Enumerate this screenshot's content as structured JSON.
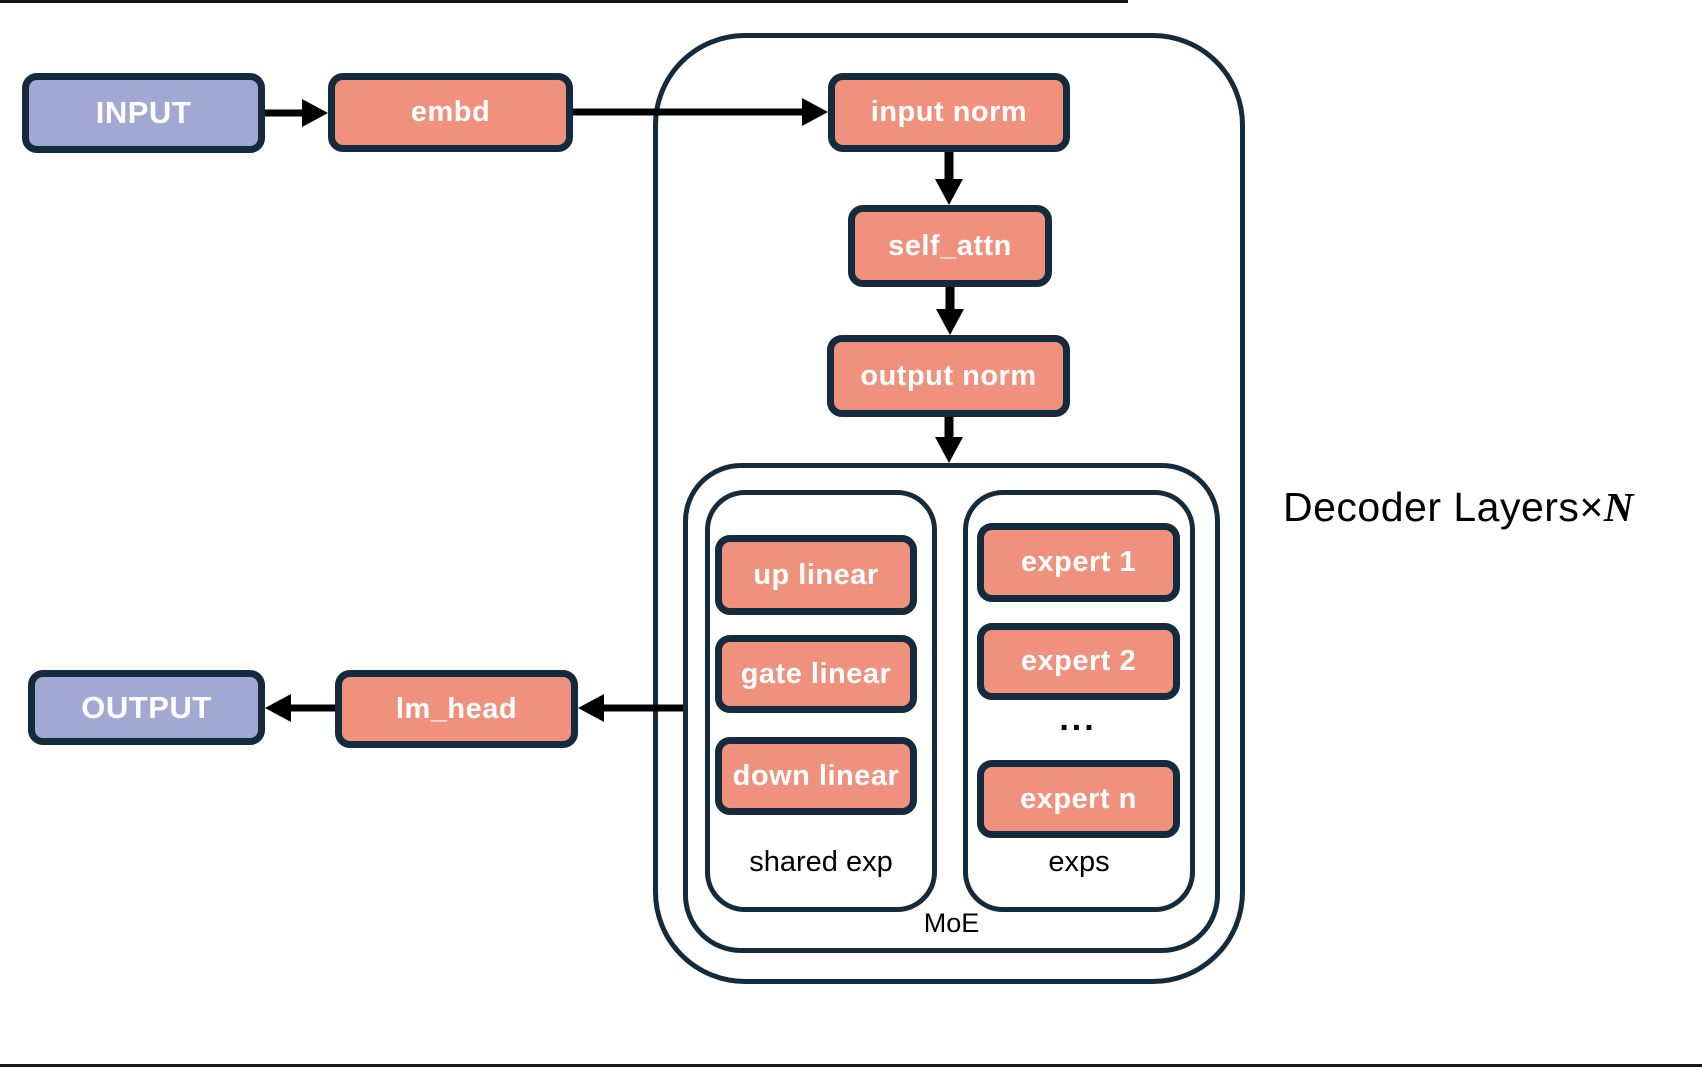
{
  "colors": {
    "salmon": "#F0917E",
    "purple": "#A1A8D4",
    "navy": "#132B3D",
    "ink": "#000000",
    "bg": "#FFFFFF"
  },
  "flow": {
    "input": "INPUT",
    "embd": "embd",
    "input_norm": "input norm",
    "self_attn": "self_attn",
    "output_norm": "output norm",
    "lm_head": "lm_head",
    "output": "OUTPUT"
  },
  "moe": {
    "label": "MoE",
    "shared_exp": {
      "label": "shared exp",
      "up_linear": "up linear",
      "gate_linear": "gate linear",
      "down_linear": "down linear"
    },
    "exps": {
      "label": "exps",
      "expert_1": "expert 1",
      "expert_2": "expert 2",
      "ellipsis": "...",
      "expert_n": "expert n"
    }
  },
  "decoder": {
    "label_prefix": "Decoder Layers×",
    "label_n": "N"
  }
}
